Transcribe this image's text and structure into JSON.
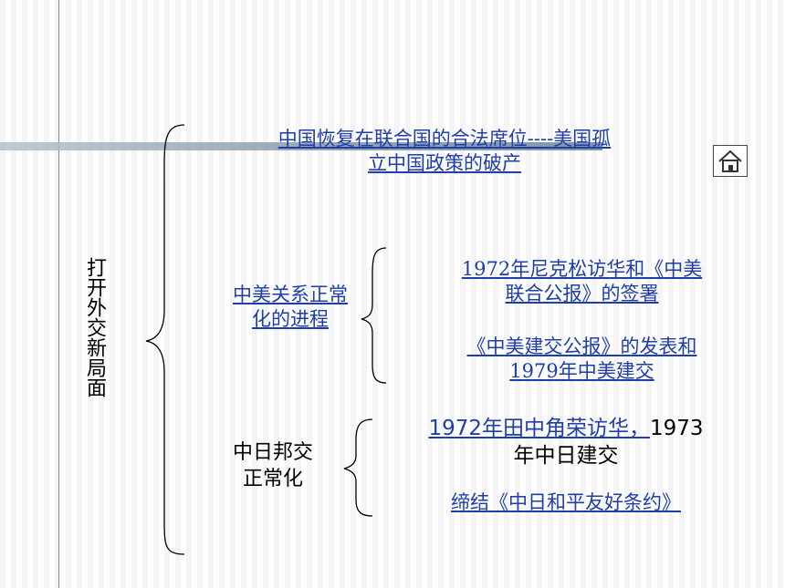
{
  "title": "打开外交新局面",
  "items": {
    "un_seat_line1": "中国恢复在联合国的合法席位----美国孤",
    "un_seat_line2": "立中国政策的破产",
    "sino_us_line1": "中美关系正常",
    "sino_us_line2": "化的进程",
    "nixon_line1": "1972年尼克松访华和《中美",
    "nixon_line2": "联合公报》的签署",
    "establish_line1": "《中美建交公报》的发表和",
    "establish_line2": "1979年中美建交",
    "sino_jp_line1": "中日邦交",
    "sino_jp_line2": "正常化",
    "tanaka_link": "1972年田中角荣访华，",
    "tanaka_rest": "1973",
    "tanaka_line2": "年中日建交",
    "treaty": "缔结《中日和平友好条约》"
  },
  "icons": {
    "home": "home-icon"
  },
  "colors": {
    "link": "#1f3fa6",
    "band": "#7f93a8"
  }
}
